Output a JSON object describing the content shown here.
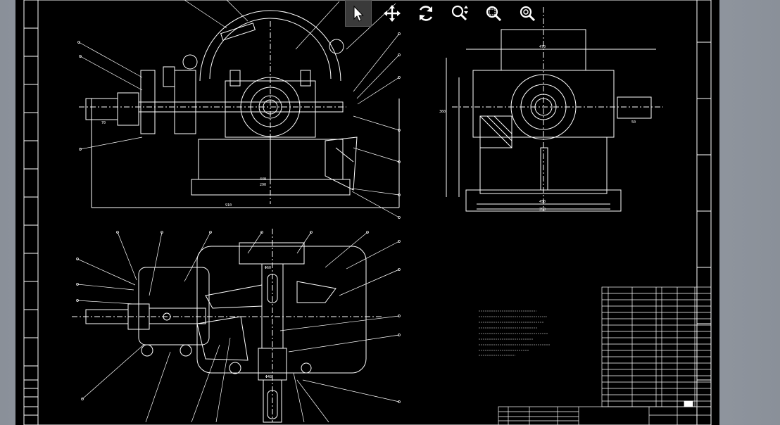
{
  "viewer": {
    "tools": [
      {
        "name": "select-tool",
        "icon": "cursor-arrow-icon",
        "active": true
      },
      {
        "name": "pan-tool",
        "icon": "move-arrows-icon",
        "active": false
      },
      {
        "name": "rotate-tool",
        "icon": "refresh-icon",
        "active": false
      },
      {
        "name": "zoom-tool",
        "icon": "zoom-updown-icon",
        "active": false
      },
      {
        "name": "zoom-window-tool",
        "icon": "zoom-window-icon",
        "active": false
      },
      {
        "name": "zoom-extents-tool",
        "icon": "zoom-extents-icon",
        "active": false
      }
    ]
  },
  "colors": {
    "background": "#000000",
    "lines": "#ffffff",
    "frame": "#8a9099"
  },
  "drawing": {
    "dimensions": {
      "front_left_len": "70",
      "front_base": "440",
      "front_base2": "290",
      "front_width": "910",
      "side_top": "470",
      "side_height": "360",
      "side_base": "450",
      "side_base2": "350",
      "side_right": "50"
    },
    "shaft_label": "Φ60",
    "plan_label": "Φ48"
  }
}
